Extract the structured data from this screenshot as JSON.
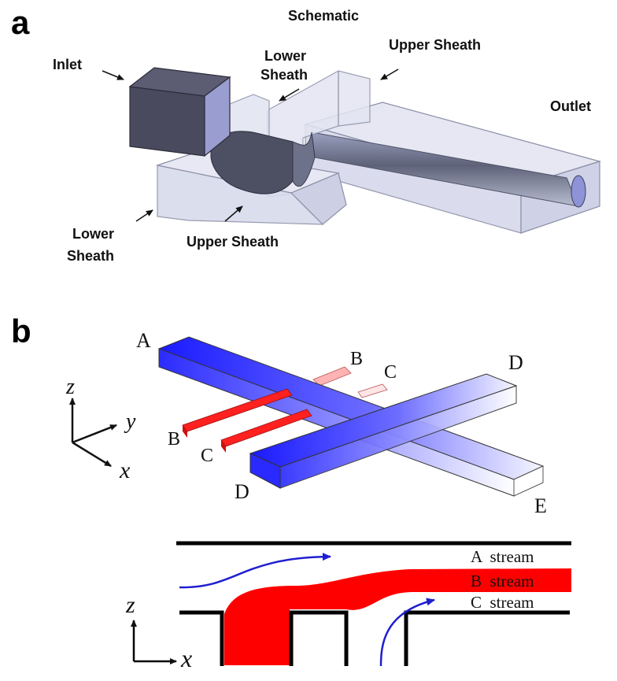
{
  "panel_a": {
    "letter": "a",
    "title": "Schematic",
    "labels": {
      "inlet": "Inlet",
      "lower_sheath_top_1": "Lower",
      "lower_sheath_top_2": "Sheath",
      "upper_sheath_top": "Upper Sheath",
      "outlet": "Outlet",
      "lower_sheath_bottom_1": "Lower",
      "lower_sheath_bottom_2": "Sheath",
      "upper_sheath_bottom": "Upper Sheath"
    }
  },
  "panel_b": {
    "letter": "b",
    "channel_labels": {
      "A": "A",
      "B_top": "B",
      "C_top": "C",
      "D_top": "D",
      "B_bottom": "B",
      "C_bottom": "C",
      "D_bottom": "D",
      "E": "E"
    },
    "axes_3d": {
      "z": "z",
      "y": "y",
      "x": "x"
    },
    "cross_section": {
      "streams": [
        "A  stream",
        "B  stream",
        "C  stream"
      ],
      "axes": {
        "z": "z",
        "x": "x"
      }
    }
  },
  "colors": {
    "inlet_block": "#4a4a5e",
    "sheath_glass": "#d9dcef",
    "sheath_edge": "#8b8fa6",
    "channel_blue": "#2222ff",
    "stream_red": "#ff0000",
    "arrow_blue": "#1f1fd0"
  }
}
